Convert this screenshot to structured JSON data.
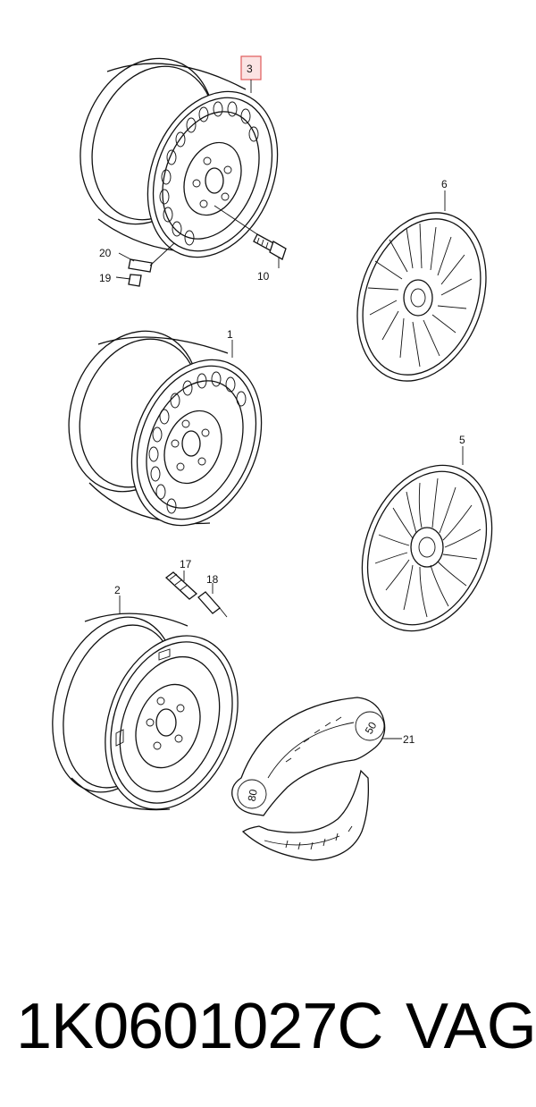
{
  "callouts": {
    "c3": "3",
    "c6": "6",
    "c20": "20",
    "c19": "19",
    "c10": "10",
    "c1": "1",
    "c5": "5",
    "c17": "17",
    "c18": "18",
    "c2": "2",
    "c21": "21"
  },
  "strip_marks": {
    "m50": "50",
    "m80": "80"
  },
  "footer": {
    "part_number": "1K0601027C",
    "brand": "VAG"
  },
  "colors": {
    "highlight": "#e05a5a",
    "highlight_fill": "#fbe3e3",
    "line": "#111111"
  }
}
